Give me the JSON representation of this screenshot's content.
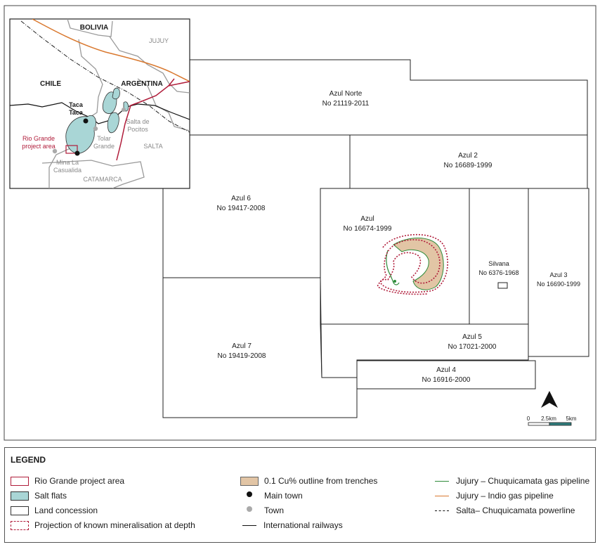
{
  "map": {
    "concessions": [
      {
        "name": "Azul Norte",
        "number": "No 21119-2011"
      },
      {
        "name": "Azul 2",
        "number": "No 16689-1999"
      },
      {
        "name": "Azul 6",
        "number": "No 19417-2008"
      },
      {
        "name": "Azul",
        "number": "No 16674-1999"
      },
      {
        "name": "Silvana",
        "number": "No 6376-1968"
      },
      {
        "name": "Azul 3",
        "number": "No 16690-1999"
      },
      {
        "name": "Azul 5",
        "number": "No 17021-2000"
      },
      {
        "name": "Azul 7",
        "number": "No 19419-2008"
      },
      {
        "name": "Azul 4",
        "number": "No 16916-2000"
      }
    ],
    "scale": {
      "zero": "0",
      "mid": "2.5km",
      "end": "5km"
    }
  },
  "inset": {
    "countries": {
      "bolivia": "BOLIVIA",
      "chile": "CHILE",
      "argentina": "ARGENTINA"
    },
    "provinces": {
      "jujuy": "JUJUY",
      "salta": "SALTA",
      "catamarca": "CATAMARCA"
    },
    "places": {
      "taca_taca_1": "Taca",
      "taca_taca_2": "Taca",
      "tolar_1": "Tolar",
      "tolar_2": "Grande",
      "salta_pocitos_1": "Salta de",
      "salta_pocitos_2": "Pocitos",
      "mina_1": "Mina La",
      "mina_2": "Casualida",
      "rio_1": "Rio Grande",
      "rio_2": "project area"
    }
  },
  "legend": {
    "title": "LEGEND",
    "items": {
      "project_area": "Rio Grande project area",
      "salt_flats": "Salt flats",
      "land_concession": "Land concession",
      "mineralisation": "Projection of known mineralisation at depth",
      "cu_outline": "0.1 Cu% outline from trenches",
      "main_town": "Main town",
      "town": "Town",
      "railways": "International railways",
      "gas_pipeline_1": "Jujury – Chuquicamata gas pipeline",
      "gas_pipeline_2": "Jujury – Indio gas pipeline",
      "powerline": "Salta– Chuquicamata powerline"
    }
  },
  "colors": {
    "salt": "#a9d6d6",
    "red": "#b01c3a",
    "orange": "#d9782e",
    "green": "#2e8b3a",
    "copper": "#e2c5a5"
  }
}
